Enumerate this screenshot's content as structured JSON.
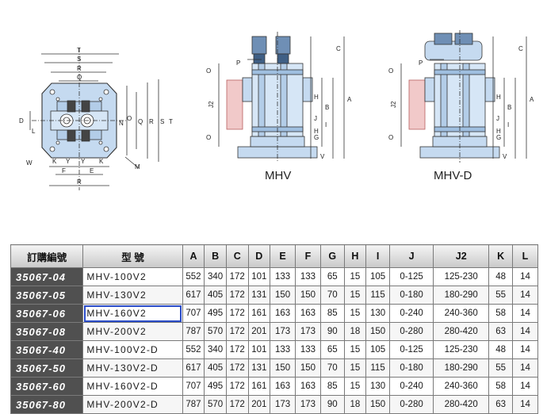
{
  "drawings": {
    "top_view_labels": [
      "T",
      "S",
      "R",
      "Q",
      "D",
      "L",
      "N",
      "O",
      "Q",
      "R",
      "S",
      "T",
      "W",
      "K",
      "Y",
      "Y",
      "K",
      "F",
      "E",
      "R",
      "M"
    ],
    "front_labels": [
      "O",
      "P",
      "J2",
      "O",
      "C",
      "H",
      "B",
      "A",
      "J",
      "G",
      "H",
      "V",
      "I"
    ],
    "mhv_caption": "MHV",
    "mhvd_caption": "MHV-D"
  },
  "table": {
    "headers": [
      "訂購編號",
      "型 號",
      "A",
      "B",
      "C",
      "D",
      "E",
      "F",
      "G",
      "H",
      "I",
      "J",
      "J2",
      "K",
      "L"
    ],
    "rows": [
      [
        "35067-04",
        "MHV-100V2",
        "552",
        "340",
        "172",
        "101",
        "133",
        "133",
        "65",
        "15",
        "105",
        "0-125",
        "125-230",
        "48",
        "14"
      ],
      [
        "35067-05",
        "MHV-130V2",
        "617",
        "405",
        "172",
        "131",
        "150",
        "150",
        "70",
        "15",
        "115",
        "0-180",
        "180-290",
        "55",
        "14"
      ],
      [
        "35067-06",
        "MHV-160V2",
        "707",
        "495",
        "172",
        "161",
        "163",
        "163",
        "85",
        "15",
        "130",
        "0-240",
        "240-360",
        "58",
        "14"
      ],
      [
        "35067-08",
        "MHV-200V2",
        "787",
        "570",
        "172",
        "201",
        "173",
        "173",
        "90",
        "18",
        "150",
        "0-280",
        "280-420",
        "63",
        "14"
      ],
      [
        "35067-40",
        "MHV-100V2-D",
        "552",
        "340",
        "172",
        "101",
        "133",
        "133",
        "65",
        "15",
        "105",
        "0-125",
        "125-230",
        "48",
        "14"
      ],
      [
        "35067-50",
        "MHV-130V2-D",
        "617",
        "405",
        "172",
        "131",
        "150",
        "150",
        "70",
        "15",
        "115",
        "0-180",
        "180-290",
        "55",
        "14"
      ],
      [
        "35067-60",
        "MHV-160V2-D",
        "707",
        "495",
        "172",
        "161",
        "163",
        "163",
        "85",
        "15",
        "130",
        "0-240",
        "240-360",
        "58",
        "14"
      ],
      [
        "35067-80",
        "MHV-200V2-D",
        "787",
        "570",
        "172",
        "201",
        "173",
        "173",
        "90",
        "18",
        "150",
        "0-280",
        "280-420",
        "63",
        "14"
      ]
    ]
  },
  "colors": {
    "accent": "#2a4cc8",
    "body": "#c5daf0",
    "code_bg": "#505050"
  }
}
